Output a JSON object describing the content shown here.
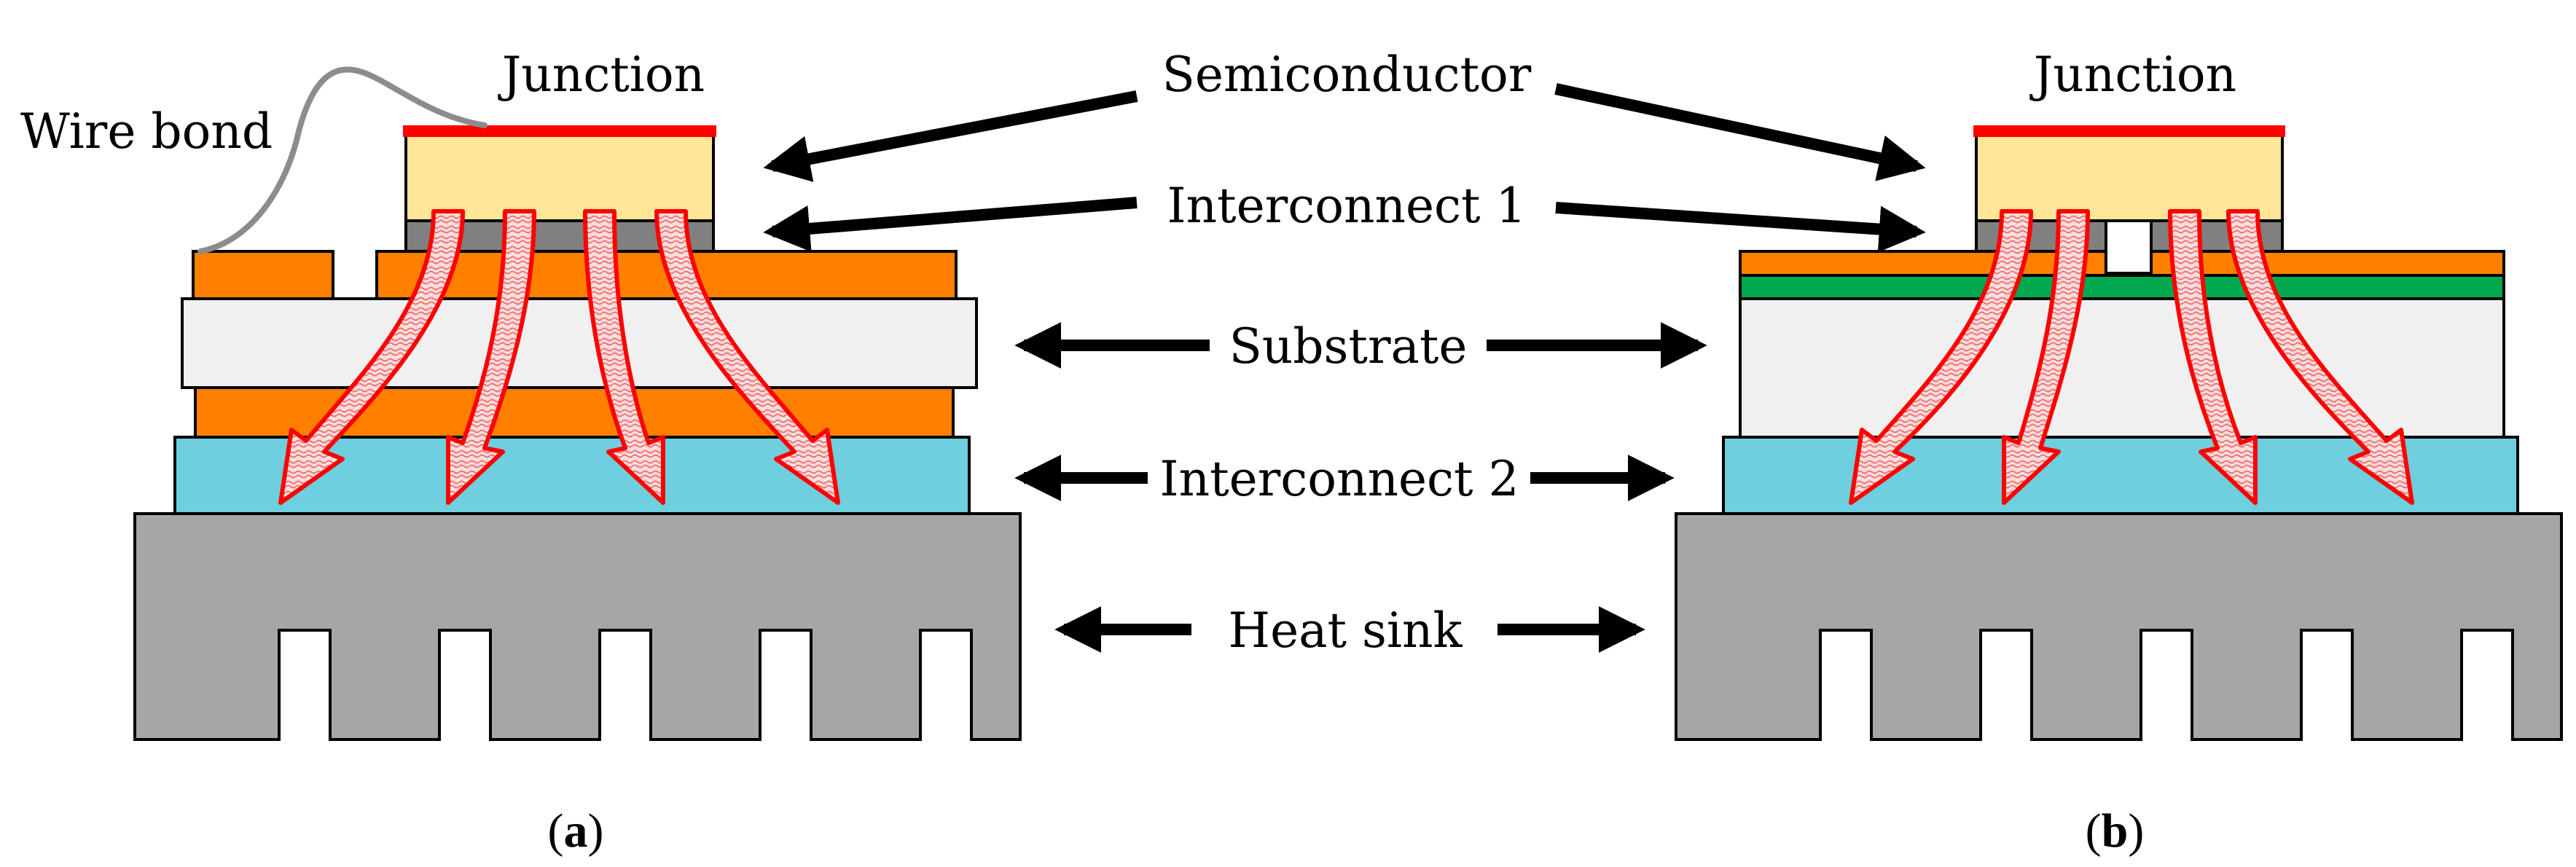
{
  "labels": {
    "wire_bond": "Wire bond",
    "junction_a": "Junction",
    "junction_b": "Junction",
    "semiconductor": "Semiconductor",
    "interconnect1": "Interconnect 1",
    "substrate": "Substrate",
    "interconnect2": "Interconnect 2",
    "heat_sink": "Heat sink"
  },
  "captions": {
    "a": {
      "open": "(",
      "letter": "a",
      "close": ")"
    },
    "b": {
      "open": "(",
      "letter": "b",
      "close": ")"
    }
  },
  "colors": {
    "junction": "#ff0000",
    "semiconductor": "#ffe699",
    "interconnect1": "#808080",
    "copper": "#ff7f00",
    "substrate": "#f0f0f0",
    "interconnect2": "#6ecfdf",
    "heat_sink": "#a6a6a6",
    "solder_b": "#00a84f",
    "wire": "#8c8c8c",
    "heat_flow": "#ff0000"
  }
}
